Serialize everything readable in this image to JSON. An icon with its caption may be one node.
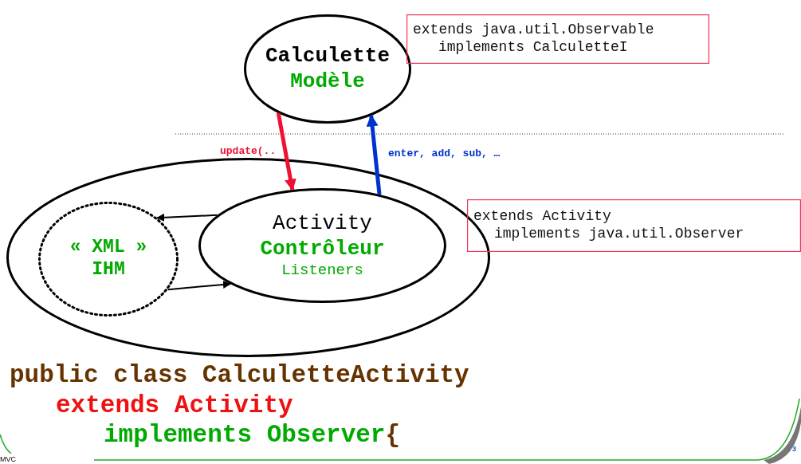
{
  "diagram": {
    "nodes": [
      {
        "text": [
          "Calculette",
          "Modèle"
        ]
      },
      {
        "text": [
          "extends java.util.Observable",
          "implements CalculetteI"
        ]
      },
      {
        "text": [],
        "shape": "circle"
      },
      {
        "text": [
          "« XML »",
          "IHM"
        ],
        "in": 2
      },
      {
        "text": [
          "Activity",
          "Contrôleur",
          "Listeners"
        ],
        "in": 2
      },
      {
        "text": [
          "extends Activity",
          "implements java.util.Observer"
        ]
      }
    ],
    "edges": [
      {
        "from": 0,
        "to": 4,
        "arrow": "to",
        "label": "update(..",
        "style": "thick",
        "color": "#ee1133"
      },
      {
        "from": 4,
        "to": 0,
        "arrow": "to",
        "label": "enter, add, sub, …",
        "style": "thick",
        "color": "#0033cc"
      },
      {
        "from": 4,
        "to": 3,
        "arrow": "to"
      },
      {
        "from": 3,
        "to": 4,
        "arrow": "to"
      }
    ],
    "labels": [
      "public class CalculetteActivity",
      "extends Activity",
      "implements Observer{",
      "MVC",
      "3"
    ]
  }
}
